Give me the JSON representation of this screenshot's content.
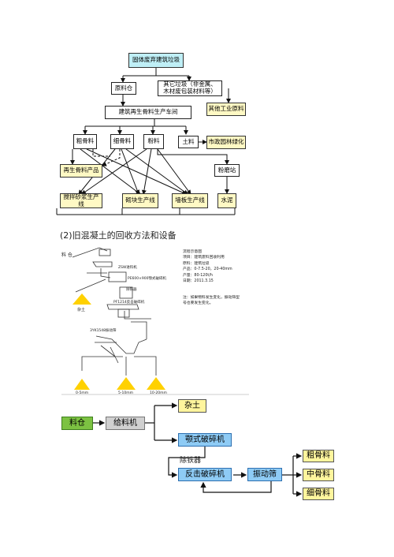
{
  "diagram1": {
    "top": "固体废弃建筑垃圾",
    "raw_bin": "原料仓",
    "other_waste": "其它垃圾（非金属、\n木材废包装材料等）",
    "other_industrial": "其他工业原料",
    "production_line": "建筑再生骨料生产车间",
    "coarse": "粗骨料",
    "fine": "细骨料",
    "powder": "粉料",
    "soil": "土料",
    "greening": "市政园林绿化",
    "recycled_product": "再生骨料产品",
    "grinding": "粉磨站",
    "mortar_line": "搅拌砂浆生产线",
    "block_line": "砌块生产线",
    "wall_line": "墙板生产线",
    "cement": "水泥"
  },
  "section_title": "(2)旧混凝土的回收方法和设备",
  "diagram2": {
    "feed": "料 仓",
    "feed_item": "料仓",
    "jaw_label": "PE600×900颚式破碎机",
    "feeder_label": "ZSW进料机",
    "sundries": "杂土",
    "impact_label": "PF1214反击破碎机",
    "screen_label": "3YK1548振动筛",
    "magnet": "除铁器",
    "out1": "0-5mm",
    "out2": "5-10mm",
    "out3": "10-20mm",
    "notes": "流程示意图\n项目：建筑废料回收利用\n原料：建筑垃圾\n产品：0-7.5-20，20-40mm\n产量：80-120t/h\n日期：2011.3.15",
    "remark": "注：如果物料发生变化，振动筛型\n号也要发生变化。"
  },
  "diagram3": {
    "bin": "料仓",
    "feeder": "给料机",
    "sundries": "杂土",
    "jaw": "颚式破碎机",
    "magnet": "除铁器",
    "impact": "反击破碎机",
    "screen": "振动筛",
    "coarse": "粗骨料",
    "medium": "中骨料",
    "fine": "细骨料"
  }
}
